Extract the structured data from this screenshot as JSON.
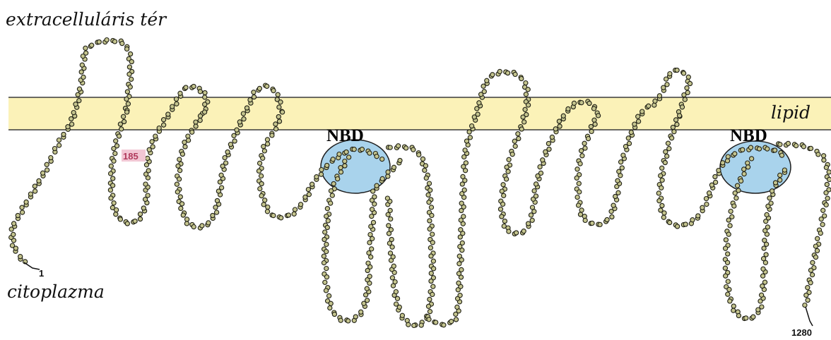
{
  "labels": {
    "extracellular": "extracelluláris tér",
    "cytoplasm": "citoplazma",
    "lipid": "lipid",
    "nbd_left": "NBD",
    "nbd_right": "NBD",
    "residue_start": "1",
    "residue_185": "185",
    "residue_end": "1280"
  },
  "colors": {
    "membrane_fill": "#fbf2b8",
    "membrane_edge": "#3a3a3a",
    "nbd_fill": "#a9d3ec",
    "bead_fill": "#c4c48e",
    "bead_edge": "#1e1e14",
    "residue_185_highlight": "#f2c7d4"
  },
  "icons": {
    "protein_chain": "bead-chain",
    "nbd_domain": "circle"
  }
}
